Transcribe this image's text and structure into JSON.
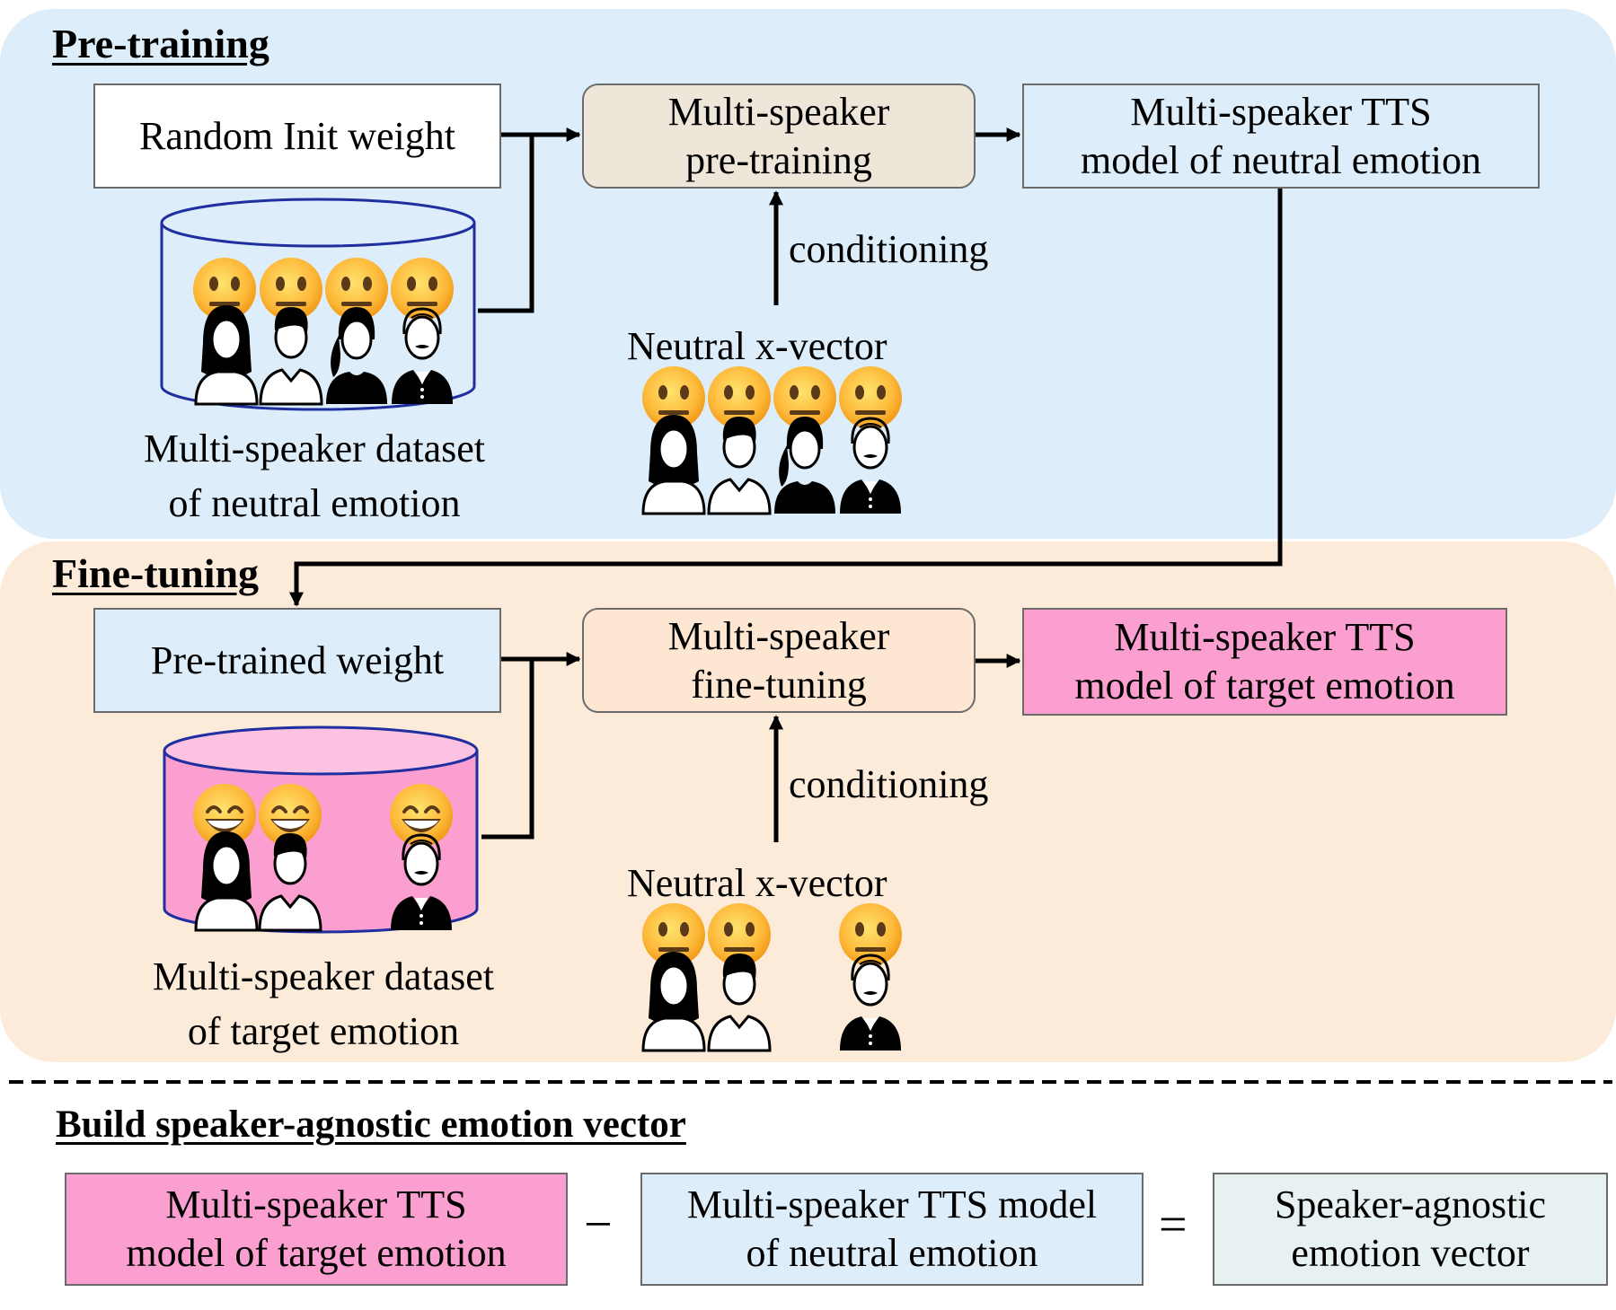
{
  "colors": {
    "pretrain_panel": "#ddeefa",
    "finetune_panel": "#fdebda",
    "target_pink": "#fb9fd0",
    "neutral_blue": "#ddeefa",
    "pretrain_box": "#efe6da",
    "finetune_box": "#fde7d2",
    "agnostic_box": "#e7f1f1"
  },
  "pretraining": {
    "title": "Pre-training",
    "init_box": "Random Init weight",
    "train_box": "Multi-speaker\npre-training",
    "output_box": "Multi-speaker TTS\nmodel of neutral emotion",
    "dataset_caption": "Multi-speaker dataset\nof neutral emotion",
    "conditioning_label": "conditioning",
    "xvector_label": "Neutral x-vector",
    "dataset_emoji": "neutral-face",
    "xvector_emoji": "neutral-face"
  },
  "finetuning": {
    "title": "Fine-tuning",
    "init_box": "Pre-trained weight",
    "train_box": "Multi-speaker\nfine-tuning",
    "output_box": "Multi-speaker TTS\nmodel of target emotion",
    "dataset_caption": "Multi-speaker dataset\nof target emotion",
    "conditioning_label": "conditioning",
    "xvector_label": "Neutral x-vector",
    "dataset_emoji": "grinning-face",
    "xvector_emoji": "neutral-face"
  },
  "build": {
    "title": "Build speaker-agnostic emotion vector",
    "term1": "Multi-speaker TTS\nmodel of target emotion",
    "minus": "−",
    "term2": "Multi-speaker TTS model\nof neutral emotion",
    "equals": "=",
    "result": "Speaker-agnostic\nemotion vector"
  }
}
